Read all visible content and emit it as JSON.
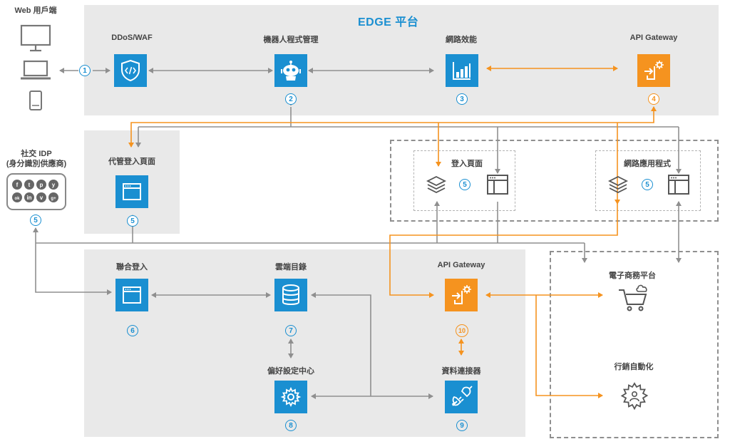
{
  "web_clients_label": "Web 用戶端",
  "edge": {
    "title": "EDGE 平台",
    "ddos": "DDoS/WAF",
    "bot": "機器人程式管理",
    "perf": "網路效能",
    "api": "API Gateway"
  },
  "hosted_login": "代管登入頁面",
  "social": {
    "line1": "社交 IDP",
    "line2": "(身分識別供應商)"
  },
  "login_page": "登入頁面",
  "web_app": "網路應用程式",
  "federation": "聯合登入",
  "cloud_dir": "雲端目錄",
  "api_gateway_bottom": "API Gateway",
  "preference": "偏好設定中心",
  "connector": "資料連接器",
  "ecommerce": "電子商務平台",
  "marketing": "行銷自動化",
  "numbers": {
    "n1": "1",
    "n2": "2",
    "n3": "3",
    "n4": "4",
    "n5a": "5",
    "n5b": "5",
    "n5c": "5",
    "n5d": "5",
    "n6": "6",
    "n7": "7",
    "n8": "8",
    "n9": "9",
    "n10": "10"
  },
  "social_glyphs": [
    "f",
    "t",
    "p",
    "y",
    "ok",
    "in",
    "v",
    "g+"
  ],
  "colors": {
    "blue": "#1a8fd1",
    "orange": "#f5931f",
    "gray_line": "#8f8f8f",
    "panel": "#e9e9e9"
  }
}
